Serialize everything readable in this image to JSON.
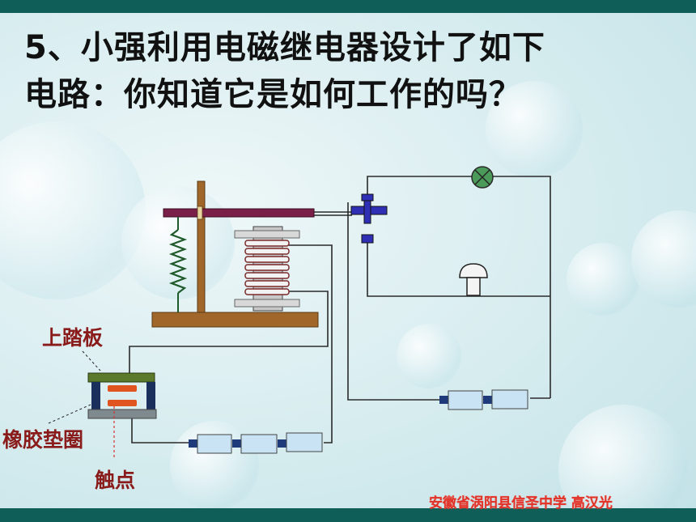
{
  "title": {
    "line1": "5、小强利用电磁继电器设计了如下",
    "line2": "电路：你知道它是如何工作的吗？"
  },
  "labels": {
    "pedal": "上踏板",
    "rubber": "橡胶垫圈",
    "contact": "触点"
  },
  "credit": "安徽省涡阳县信圣中学    高汉光",
  "colors": {
    "banner": "#0f5e57",
    "label_text": "#8a1b1b",
    "credit_text": "#e0332a",
    "armature": "#7a1f47",
    "base": "#a0662a",
    "lamp": "#4c9a5a",
    "battery": "#c9e3f5",
    "contact_block": "#2f2fb5",
    "pedal_top": "#5b7a2c",
    "contact_pad": "#e0541f"
  }
}
